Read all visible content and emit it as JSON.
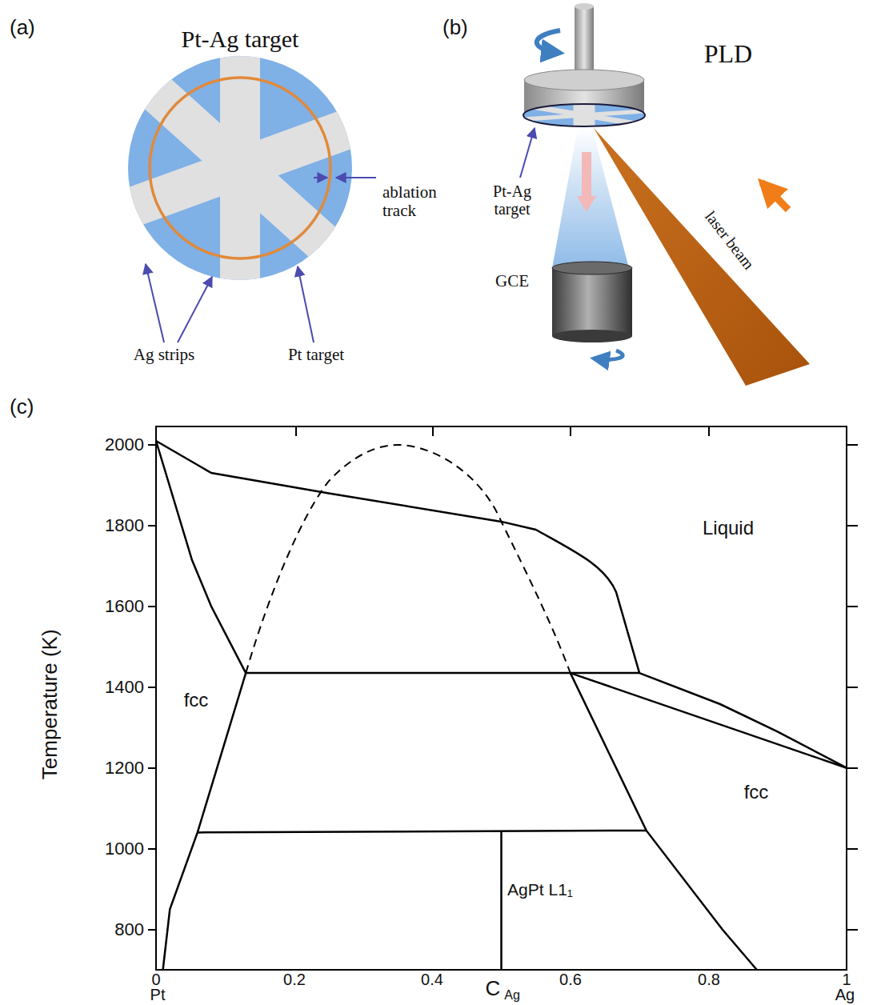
{
  "diagram": {
    "labels": [
      "(a)",
      "Pt-Ag target",
      "ablation track",
      "Ag strips",
      "Pt target",
      "(b)",
      "PLD",
      "Pt-Ag target",
      "laser beam",
      "GCE",
      "(c)",
      "2000",
      "1800",
      "1600",
      "1400",
      "1200",
      "1000",
      "800",
      "Temperature (K)",
      "0",
      "0.2",
      "0.4",
      "0.6",
      "0.8",
      "1",
      "Pt",
      "C",
      "Ag",
      "Ag",
      "Liquid",
      "fcc",
      "fcc",
      "AgPt L1₁"
    ]
  }
}
